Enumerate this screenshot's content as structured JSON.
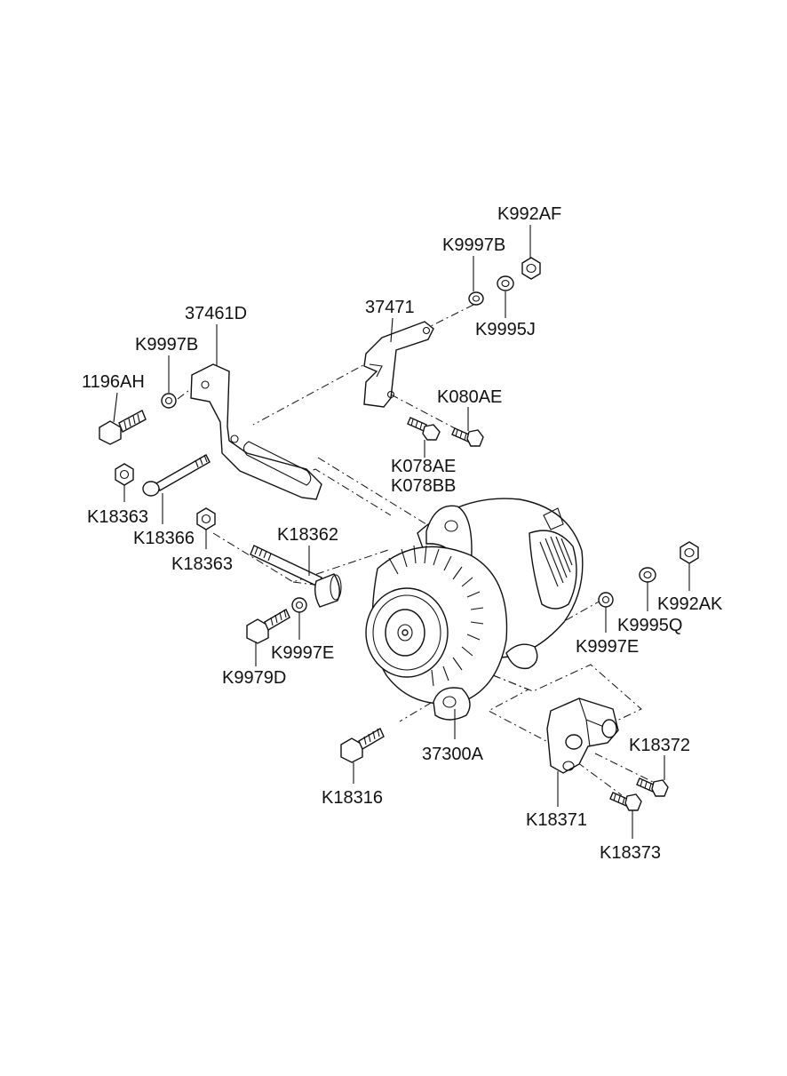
{
  "labels": {
    "k992af": "K992AF",
    "k9997b_top": "K9997B",
    "k9995j": "K9995J",
    "p37471": "37471",
    "p37461d": "37461D",
    "k9997b_left": "K9997B",
    "p1196ah": "1196AH",
    "k080ae": "K080AE",
    "k078ae": "K078AE",
    "k078bb": "K078BB",
    "k18363_upper": "K18363",
    "k18366": "K18366",
    "k18363_lower": "K18363",
    "k18362": "K18362",
    "k992ak": "K992AK",
    "k9995q": "K9995Q",
    "k9997e_right": "K9997E",
    "k9997e_left": "K9997E",
    "k9979d": "K9979D",
    "k18372": "K18372",
    "p37300a": "37300A",
    "k18316": "K18316",
    "k18371": "K18371",
    "k18373": "K18373"
  }
}
